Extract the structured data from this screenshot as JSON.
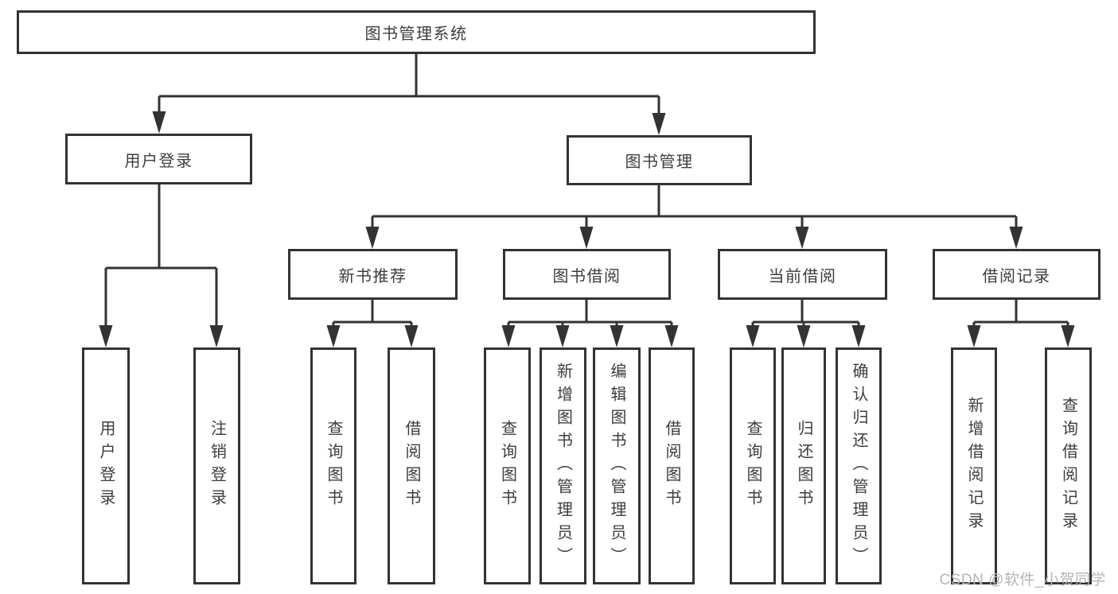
{
  "diagram": {
    "title": "图书管理系统",
    "line_color": "#333333",
    "text_color": "#3d3d3d",
    "box_background": "#ffffff"
  },
  "tree": {
    "label": "图书管理系统",
    "children": [
      {
        "label": "用户登录",
        "children": [
          {
            "label": "用户登录"
          },
          {
            "label": "注销登录"
          }
        ]
      },
      {
        "label": "图书管理",
        "children": [
          {
            "label": "新书推荐",
            "children": [
              {
                "label": "查询图书"
              },
              {
                "label": "借阅图书"
              }
            ]
          },
          {
            "label": "图书借阅",
            "children": [
              {
                "label": "查询图书"
              },
              {
                "label": "新增图书（管理员）"
              },
              {
                "label": "编辑图书（管理员）"
              },
              {
                "label": "借阅图书"
              }
            ]
          },
          {
            "label": "当前借阅",
            "children": [
              {
                "label": "查询图书"
              },
              {
                "label": "归还图书"
              },
              {
                "label": "确认归还（管理员）"
              }
            ]
          },
          {
            "label": "借阅记录",
            "children": [
              {
                "label": "新增借阅记录"
              },
              {
                "label": "查询借阅记录"
              }
            ]
          }
        ]
      }
    ]
  },
  "watermark": {
    "text": "CSDN @软件_小贺同学",
    "color": "#b5b5b5"
  }
}
